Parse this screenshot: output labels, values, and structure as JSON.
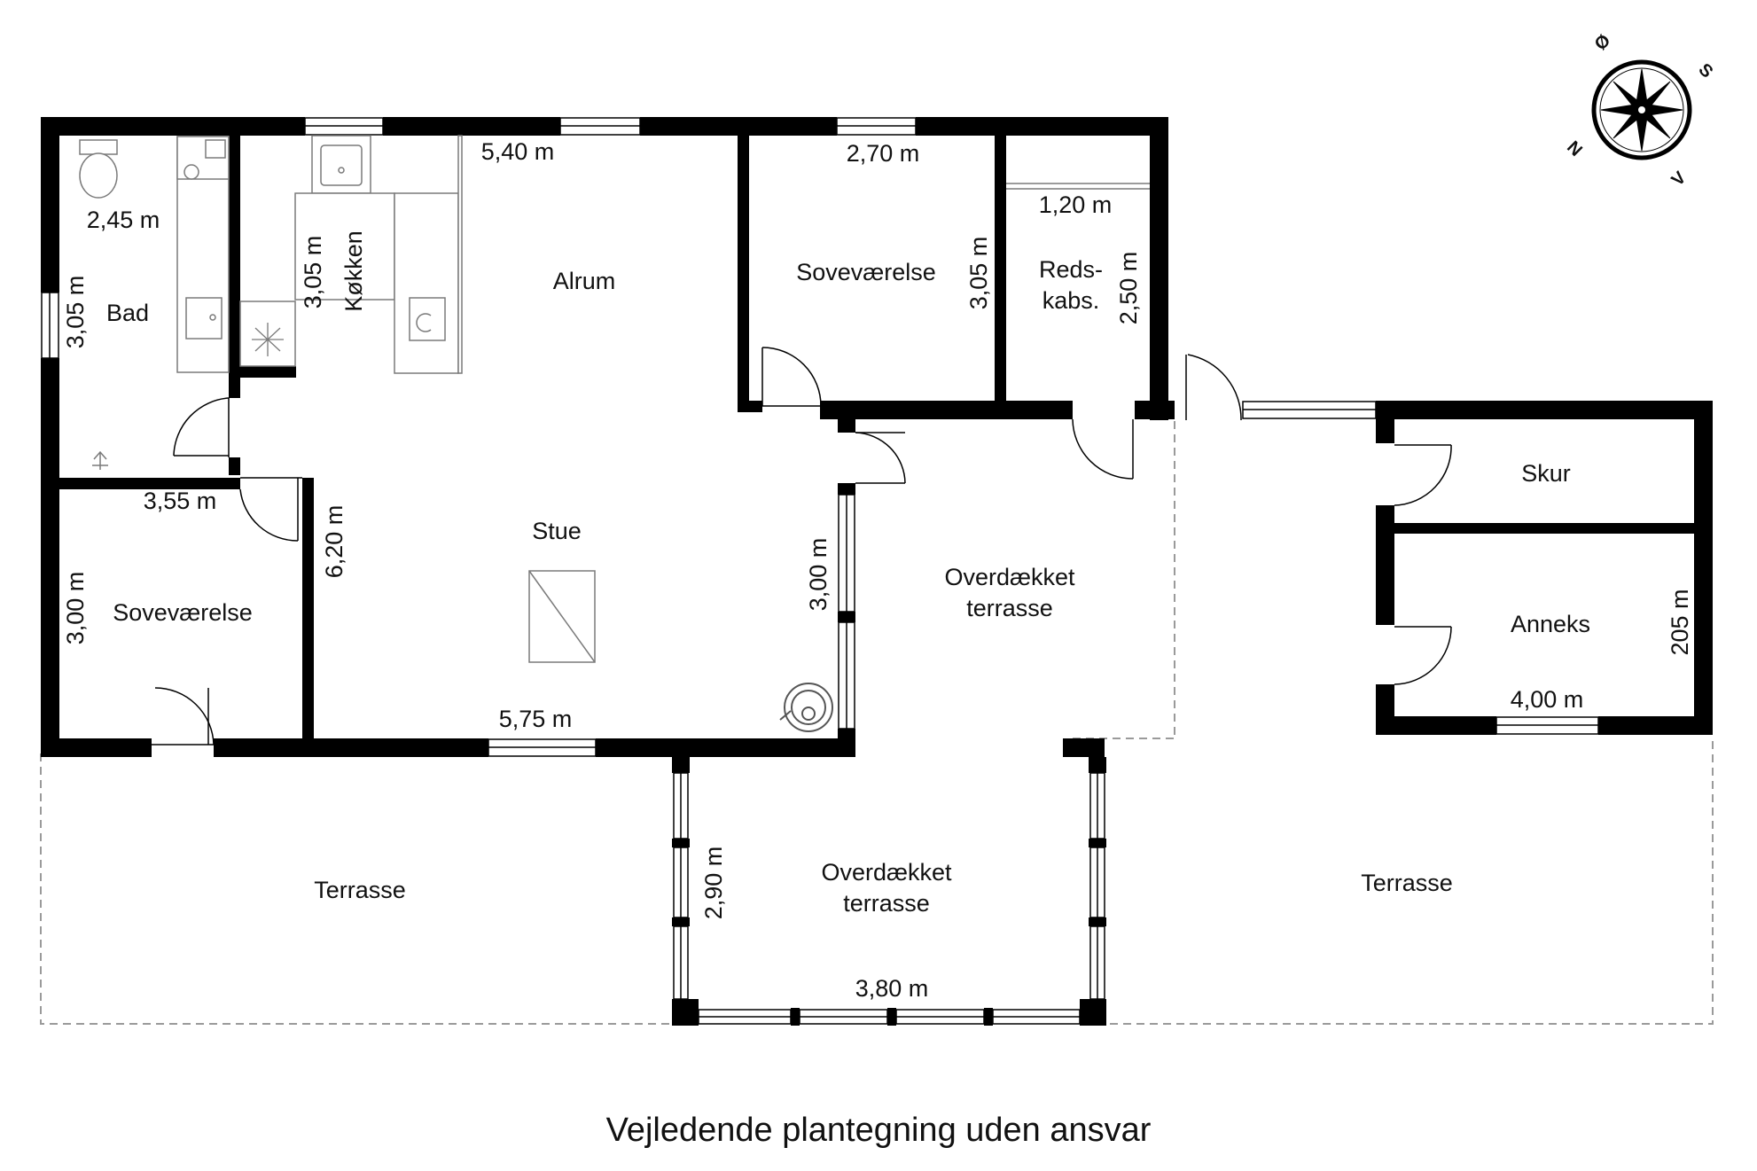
{
  "rooms": {
    "bad": "Bad",
    "koekken": "Køkken",
    "alrum": "Alrum",
    "sovevaerelse_1": "Soveværelse",
    "redskabs": [
      "Reds-",
      "kabs."
    ],
    "stue": "Stue",
    "sovevaerelse_2": "Soveværelse",
    "overdaekket_terrasse_1": [
      "Overdækket",
      "terrasse"
    ],
    "skur": "Skur",
    "anneks": "Anneks",
    "terrasse_left": "Terrasse",
    "overdaekket_terrasse_2": [
      "Overdækket",
      "terrasse"
    ],
    "terrasse_right": "Terrasse"
  },
  "dimensions": {
    "alrum_width": "5,40 m",
    "sovevaerelse_width": "2,70 m",
    "redskabs_width": "1,20 m",
    "bad_width": "2,45 m",
    "bad_height": "3,05 m",
    "koekken_height": "3,05 m",
    "sovevaerelse_height": "3,05 m",
    "redskabs_height": "2,50 m",
    "sovevaerelse2_width": "3,55 m",
    "stue_height": "6,20 m",
    "sovevaerelse2_height": "3,00 m",
    "terrasse_height": "3,00 m",
    "stue_width": "5,75 m",
    "anneks_width": "4,00 m",
    "anneks_height": "205 m",
    "overdaekket_height": "2,90 m",
    "overdaekket_width": "3,80 m"
  },
  "compass": {
    "n": "N",
    "o": "Ø",
    "s": "S",
    "v": "V"
  },
  "caption": "Vejledende plantegning uden ansvar",
  "colors": {
    "wall": "#000000",
    "fixture": "#7a7a7a",
    "dashed": "#9a9a9a",
    "text": "#111111"
  }
}
